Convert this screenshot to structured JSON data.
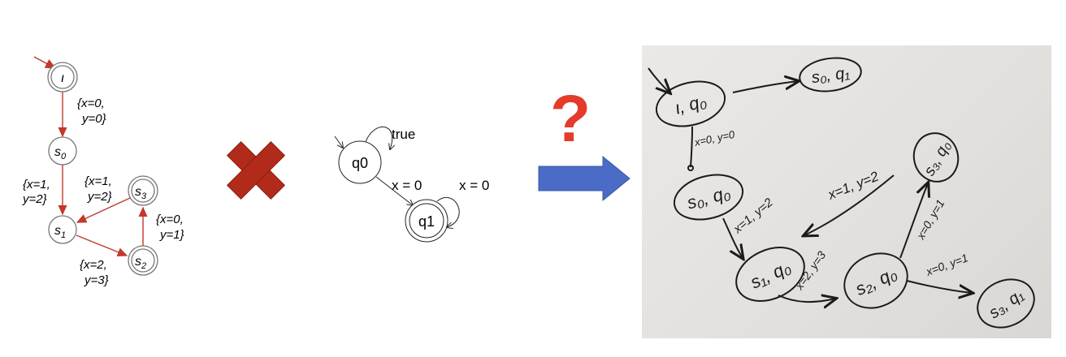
{
  "left_automaton": {
    "states": {
      "iota": "ι",
      "s0": "s",
      "s0_sub": "0",
      "s1": "s",
      "s1_sub": "1",
      "s2": "s",
      "s2_sub": "2",
      "s3": "s",
      "s3_sub": "3"
    },
    "edges": {
      "iota_s0_l1": "{x=0,",
      "iota_s0_l2": "y=0}",
      "s0_s1_l1": "{x=1,",
      "s0_s1_l2": "y=2}",
      "s3_s1_l1": "{x=1,",
      "s3_s1_l2": "y=2}",
      "s2_s3_l1": "{x=0,",
      "s2_s3_l2": "y=1}",
      "s1_s2_l1": "{x=2,",
      "s1_s2_l2": "y=3}"
    },
    "color": "#c0392b"
  },
  "cross_color": "#b22a1a",
  "middle_automaton": {
    "q0": "q0",
    "q1": "q1",
    "q0_loop": "true",
    "q0_q1": "x = 0",
    "q1_loop": "x = 0"
  },
  "question_mark": "?",
  "question_color": "#e53b2a",
  "arrow_color": "#4a6cc6",
  "handwritten_board": {
    "nodes": {
      "i_q0": "ι, q₀",
      "s0_q1": "s₀, q₁",
      "s0_q0": "s₀, q₀",
      "s3_q0": "s₃, q₀",
      "s1_q0": "s₁, q₀",
      "s2_q0": "s₂, q₀",
      "s3_q1": "s₃, q₁"
    },
    "edges": {
      "e1": "x=0, y=0",
      "e2": "x=1, y=2",
      "e3": "x=1, y=2",
      "e4": "x=2, y=3",
      "e5": "x=0, y=1",
      "e6": "x=0, y=1"
    },
    "background": "#e6e4e1"
  }
}
